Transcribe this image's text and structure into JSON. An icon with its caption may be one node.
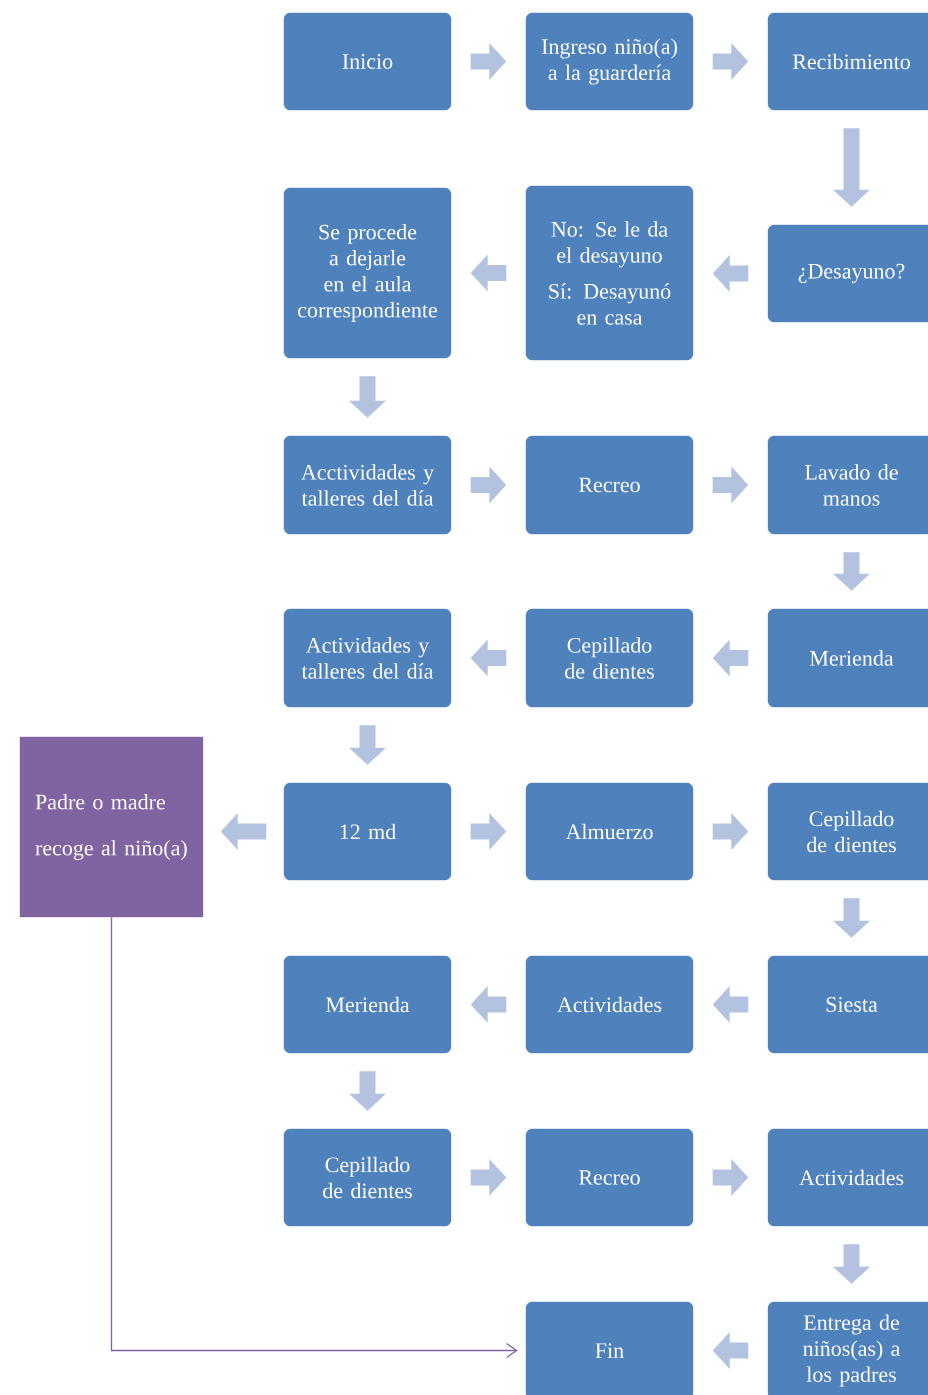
{
  "diagram": {
    "nodes": [
      {
        "text": [
          "Inicio"
        ]
      },
      {
        "text": [
          "Ingreso niño(a) a la guardería"
        ]
      },
      {
        "text": [
          "Recibimiento"
        ]
      },
      {
        "text": [
          "¿Desayuno?"
        ]
      },
      {
        "text": [
          "No: Se le da el desayuno",
          "Sí: Desayunó en casa"
        ]
      },
      {
        "text": [
          "Se procede a dejarle en el aula correspondiente"
        ]
      },
      {
        "text": [
          "Acctividades y talleres del día"
        ]
      },
      {
        "text": [
          "Recreo"
        ]
      },
      {
        "text": [
          "Lavado de manos"
        ]
      },
      {
        "text": [
          "Merienda"
        ]
      },
      {
        "text": [
          "Cepillado de dientes"
        ]
      },
      {
        "text": [
          "Actividades y talleres del día"
        ]
      },
      {
        "text": [
          "12 md"
        ]
      },
      {
        "text": [
          "Padre o madre recoge al niño(a)"
        ]
      },
      {
        "text": [
          "Almuerzo"
        ]
      },
      {
        "text": [
          "Cepillado de dientes"
        ]
      },
      {
        "text": [
          "Siesta"
        ]
      },
      {
        "text": [
          "Actividades"
        ]
      },
      {
        "text": [
          "Merienda"
        ]
      },
      {
        "text": [
          "Cepillado de dientes"
        ]
      },
      {
        "text": [
          "Recreo"
        ]
      },
      {
        "text": [
          "Actividades"
        ]
      },
      {
        "text": [
          "Entrega de niños(as) a los padres"
        ]
      },
      {
        "text": [
          "Fin"
        ]
      }
    ],
    "edges": [
      {
        "from": 0,
        "to": 1,
        "arrow": "to"
      },
      {
        "from": 1,
        "to": 2,
        "arrow": "to"
      },
      {
        "from": 2,
        "to": 3,
        "arrow": "to"
      },
      {
        "from": 3,
        "to": 4,
        "arrow": "to"
      },
      {
        "from": 4,
        "to": 5,
        "arrow": "to"
      },
      {
        "from": 5,
        "to": 6,
        "arrow": "to"
      },
      {
        "from": 6,
        "to": 7,
        "arrow": "to"
      },
      {
        "from": 7,
        "to": 8,
        "arrow": "to"
      },
      {
        "from": 8,
        "to": 9,
        "arrow": "to"
      },
      {
        "from": 9,
        "to": 10,
        "arrow": "to"
      },
      {
        "from": 10,
        "to": 11,
        "arrow": "to"
      },
      {
        "from": 11,
        "to": 12,
        "arrow": "to"
      },
      {
        "from": 12,
        "to": 13,
        "arrow": "to"
      },
      {
        "from": 12,
        "to": 14,
        "arrow": "to"
      },
      {
        "from": 14,
        "to": 15,
        "arrow": "to"
      },
      {
        "from": 15,
        "to": 16,
        "arrow": "to"
      },
      {
        "from": 16,
        "to": 17,
        "arrow": "to"
      },
      {
        "from": 17,
        "to": 18,
        "arrow": "to"
      },
      {
        "from": 18,
        "to": 19,
        "arrow": "to"
      },
      {
        "from": 19,
        "to": 20,
        "arrow": "to"
      },
      {
        "from": 20,
        "to": 21,
        "arrow": "to"
      },
      {
        "from": 21,
        "to": 22,
        "arrow": "to"
      },
      {
        "from": 22,
        "to": 23,
        "arrow": "to"
      },
      {
        "from": 13,
        "to": 23,
        "arrow": "to",
        "color": "#8064a2"
      }
    ]
  }
}
